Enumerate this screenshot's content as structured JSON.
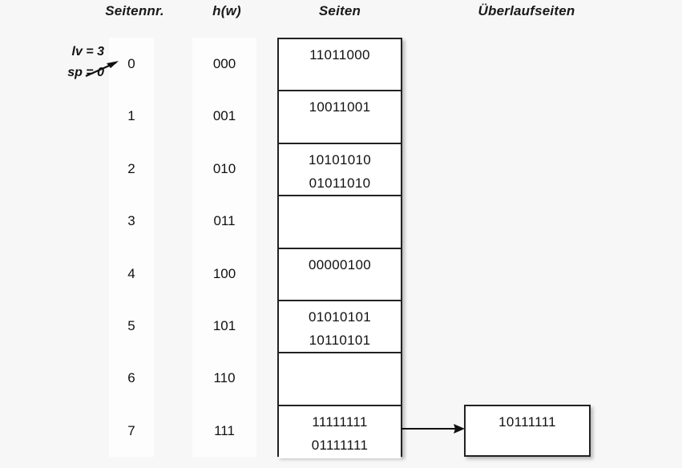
{
  "headers": {
    "seitennr": "Seitennr.",
    "hw": "h(w)",
    "seiten": "Seiten",
    "ueberlaufseiten": "Überlaufseiten"
  },
  "annotation": {
    "lv": "lv = 3",
    "sp": "sp = 0",
    "arrow_icon": "arrow-up-right-icon"
  },
  "colors": {
    "page_background": "#f7f7f7",
    "column_strip": "#fdfdfd",
    "box_fill": "#ffffff",
    "box_border": "#222222",
    "text": "#111111"
  },
  "rows": [
    {
      "seitennr": "0",
      "hw": "000",
      "lines": [
        "11011000"
      ]
    },
    {
      "seitennr": "1",
      "hw": "001",
      "lines": [
        "10011001"
      ]
    },
    {
      "seitennr": "2",
      "hw": "010",
      "lines": [
        "10101010",
        "01011010"
      ]
    },
    {
      "seitennr": "3",
      "hw": "011",
      "lines": []
    },
    {
      "seitennr": "4",
      "hw": "100",
      "lines": [
        "00000100"
      ]
    },
    {
      "seitennr": "5",
      "hw": "101",
      "lines": [
        "01010101",
        "10110101"
      ]
    },
    {
      "seitennr": "6",
      "hw": "110",
      "lines": []
    },
    {
      "seitennr": "7",
      "hw": "111",
      "lines": [
        "11111111",
        "01111111"
      ]
    }
  ],
  "overflow": {
    "value": "10111111",
    "connector_icon": "arrow-right-icon",
    "from_row_index": 7
  }
}
